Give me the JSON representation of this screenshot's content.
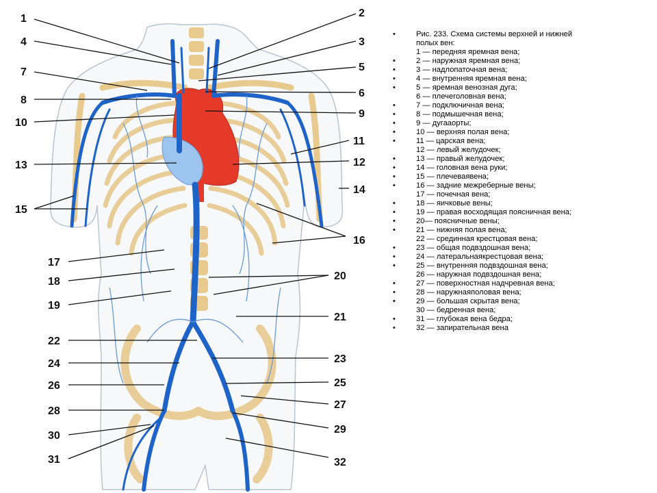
{
  "figure": {
    "callouts": [
      "1",
      "2",
      "3",
      "4",
      "5",
      "6",
      "7",
      "8",
      "9",
      "10",
      "11",
      "12",
      "13",
      "14",
      "15",
      "16",
      "17",
      "18",
      "19",
      "20",
      "21",
      "22",
      "23",
      "24",
      "25",
      "26",
      "27",
      "28",
      "29",
      "30",
      "31",
      "32"
    ]
  },
  "legend": {
    "caption_line1": "Рис. 233. Схема системы верхней и нижней",
    "caption_line2": "полых вен:",
    "items": [
      "1 — передняя яремная вена;",
      "2 — наружная яремная вена;",
      "3 — надлопаточная вена;",
      "4 — внутренняя яремная вена;",
      "5 — яремная венозная дуга;",
      "6 — плечеголовная вена;",
      "7 — подключичная вена;",
      "8 — подмышечная вена;",
      " 9 — дугааорты;",
      "10 — верхняя полая вена;",
      "11 — царская вена;",
      "12 — левый желудочек;",
      "13 — правый желудочек;",
      "14 — головная вена руки;",
      "15 — плечеваявена;",
      "16 — задние межреберные вены;",
      "17 — почечная вена;",
      "18 — яичковые вены;",
      "19 — правая восходящая поясничная вена;",
      "20— поясничные вены;",
      "21 — нижняя полая вена;",
      "22 — срединная крестцовая вена;",
      "23 — общая подвздошная вена;",
      "24 — латеральнаякрестцовая вена;",
      "25 — внутренняя подвздошная вена;",
      "26 — наружная подвздошная вена;",
      "27 — поверхностная надчревная вена;",
      "28 — наружнаяполовая вена;",
      "29 — большая скрытая вена;",
      "30 — бедренная вена;",
      "31 — глубокая вена бедра;",
      "32 — запирательная вена"
    ]
  },
  "colors": {
    "vein": "#1e64c8",
    "vein_light": "#9cc4ee",
    "heart": "#e53a2a",
    "bone": "#e8c98e",
    "body_outline": "#b9c4cf"
  }
}
